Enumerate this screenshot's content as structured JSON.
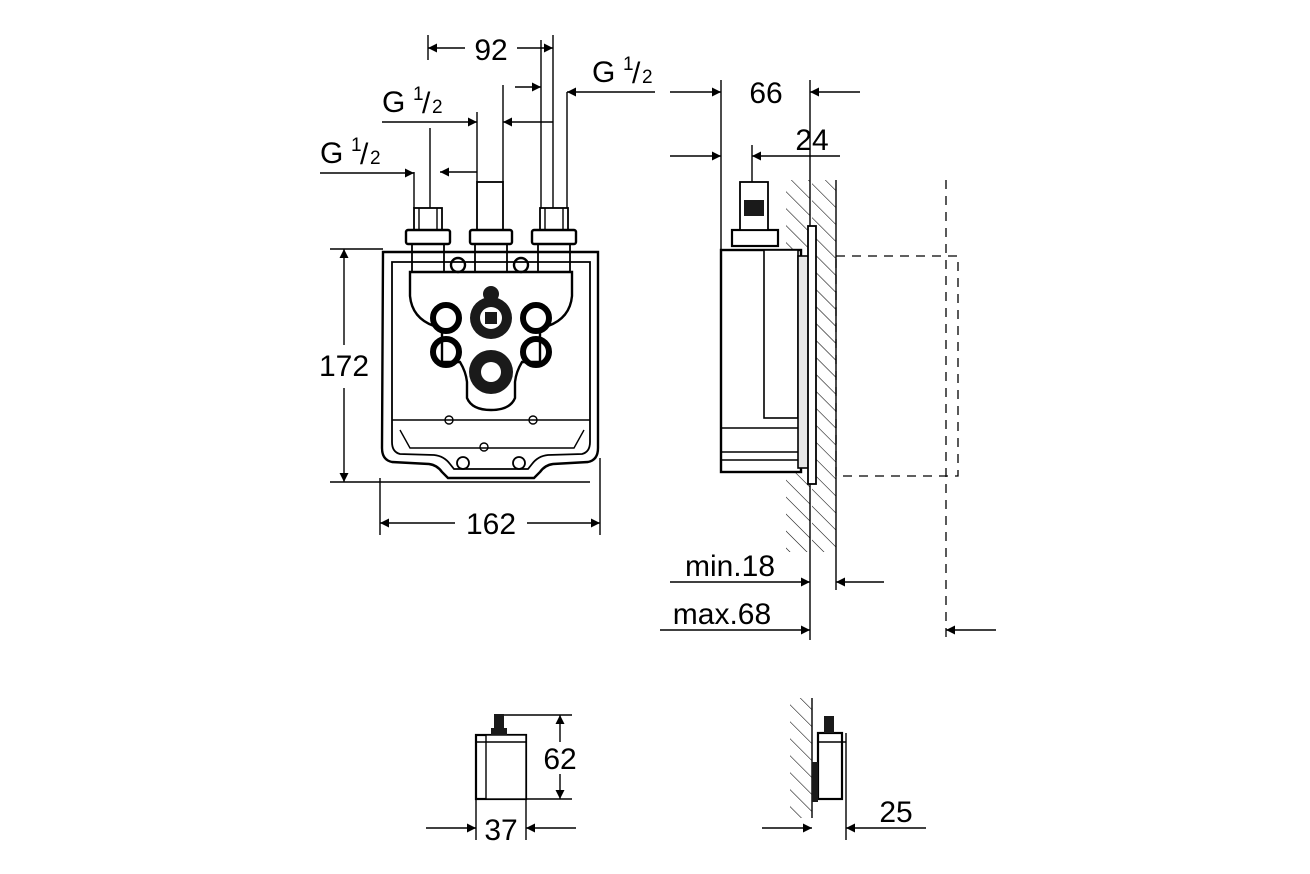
{
  "dimensions": {
    "top_width": "92",
    "connection_g": "G",
    "connection_fraction_num": "1",
    "connection_fraction_den": "2",
    "box_height": "172",
    "box_width": "162",
    "side_depth": "66",
    "side_projection": "24",
    "wall_min": "min.18",
    "wall_max": "max.68",
    "sensor_height": "62",
    "sensor_width": "37",
    "sensor_depth": "25"
  },
  "colors": {
    "line": "#000000",
    "background": "#ffffff",
    "fill_dark": "#1a1a1a",
    "fill_light": "#e6e6e6"
  }
}
